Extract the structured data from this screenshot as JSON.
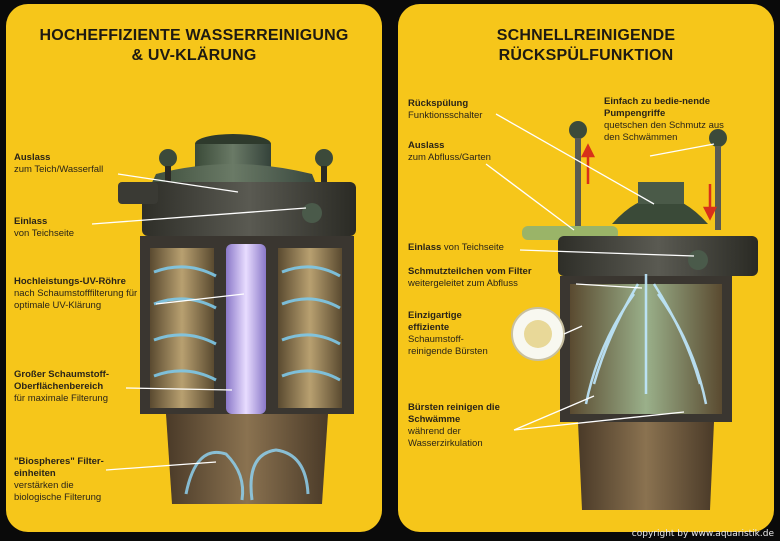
{
  "left": {
    "title_line1": "HOCHEFFIZIENTE WASSERREINIGUNG",
    "title_line2": "& UV-KLÄRUNG",
    "labels": [
      {
        "bold": "Auslass",
        "text": "zum Teich/Wasserfall"
      },
      {
        "bold": "Einlass",
        "text": "von Teichseite"
      },
      {
        "bold": "Hochleistungs-UV-Röhre",
        "text": "nach Schaumstofffilterung für optimale UV-Klärung"
      },
      {
        "bold": "Großer Schaumstoff-Oberflächenbereich",
        "text": "für maximale Filterung"
      },
      {
        "bold": "\"Biospheres\" Filter-einheiten",
        "text": "verstärken die biologische Filterung"
      }
    ]
  },
  "right": {
    "title_line1": "SCHNELLREINIGENDE",
    "title_line2": "RÜCKSPÜLFUNKTION",
    "labels": [
      {
        "bold": "Rückspülung",
        "text": "Funktionsschalter"
      },
      {
        "bold": "Auslass",
        "text": "zum Abfluss/Garten"
      },
      {
        "bold": "Einlass",
        "text": "von Teichseite"
      },
      {
        "bold": "Schmutzteilchen vom Filter",
        "text": "weitergeleitet zum Abfluss"
      },
      {
        "bold": "Einzigartige effiziente",
        "text": "Schaumstoff-reinigende Bürsten"
      },
      {
        "bold": "Bürsten reinigen die Schwämme",
        "text": "während der Wasserzirkulation"
      },
      {
        "bold": "Einfach zu bedie-nende Pumpengriffe",
        "text": "quetschen den Schmutz aus den Schwämmen"
      }
    ]
  },
  "credit": "copyright by www.aquaristik.de",
  "colors": {
    "panel": "#f6c61a",
    "background": "#0a0a0a",
    "water": "#7ec8e8",
    "uv": "#b7a3e0",
    "housing": "#4a4a42"
  }
}
